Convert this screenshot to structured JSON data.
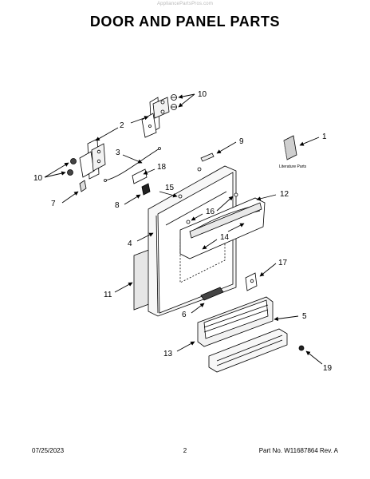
{
  "watermark": "AppliancePartsPros.com",
  "title": "DOOR AND PANEL PARTS",
  "literature_label": "Literature Parts",
  "callouts": [
    {
      "id": "1",
      "label": "1"
    },
    {
      "id": "2",
      "label": "2"
    },
    {
      "id": "3",
      "label": "3"
    },
    {
      "id": "4",
      "label": "4"
    },
    {
      "id": "5",
      "label": "5"
    },
    {
      "id": "6",
      "label": "6"
    },
    {
      "id": "7",
      "label": "7"
    },
    {
      "id": "8",
      "label": "8"
    },
    {
      "id": "9",
      "label": "9"
    },
    {
      "id": "10a",
      "label": "10"
    },
    {
      "id": "10b",
      "label": "10"
    },
    {
      "id": "11",
      "label": "11"
    },
    {
      "id": "12",
      "label": "12"
    },
    {
      "id": "13",
      "label": "13"
    },
    {
      "id": "14",
      "label": "14"
    },
    {
      "id": "15",
      "label": "15"
    },
    {
      "id": "16",
      "label": "16"
    },
    {
      "id": "17",
      "label": "17"
    },
    {
      "id": "18",
      "label": "18"
    },
    {
      "id": "19",
      "label": "19"
    }
  ],
  "footer": {
    "date": "07/25/2023",
    "page": "2",
    "part": "Part No. W11687864  Rev. A"
  }
}
